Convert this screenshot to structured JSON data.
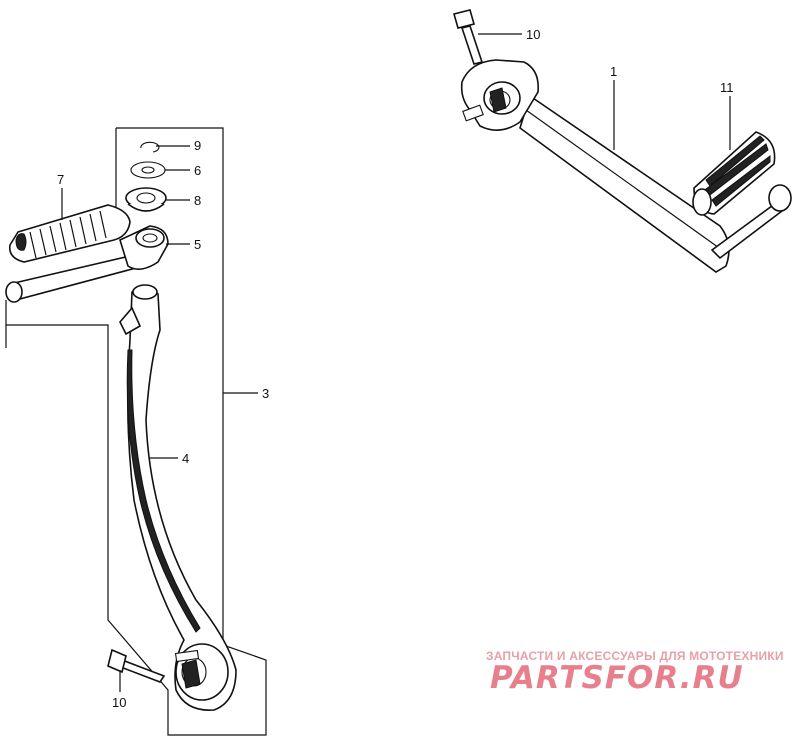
{
  "callouts": {
    "c1": "1",
    "c3": "3",
    "c4": "4",
    "c5": "5",
    "c6": "6",
    "c7": "7",
    "c8": "8",
    "c9": "9",
    "c10_top": "10",
    "c10_bottom": "10",
    "c11": "11"
  },
  "watermark": {
    "tagline": "ЗАПЧАСТИ И АКСЕССУАРЫ ДЛЯ МОТОТЕХНИКИ",
    "brand": "PARTSFOR.RU"
  },
  "colors": {
    "ink": "#111111",
    "watermark": "#e7808c"
  }
}
